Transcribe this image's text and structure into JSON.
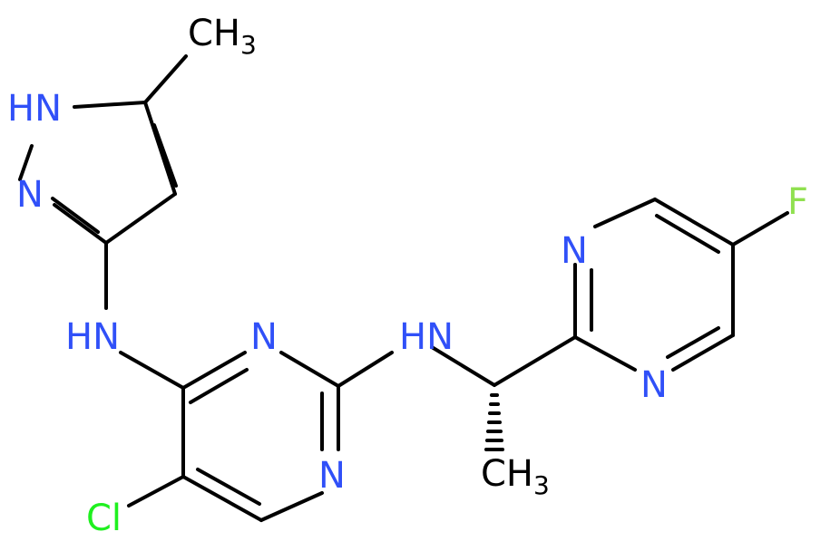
{
  "molecule": {
    "atoms": [
      {
        "id": "ch3-top",
        "main": "CH",
        "sub": "3",
        "element": "C"
      },
      {
        "id": "pyrazole-nh",
        "main": "HN",
        "element": "N"
      },
      {
        "id": "pyrazole-n",
        "main": "N",
        "element": "N"
      },
      {
        "id": "amine-nh-left",
        "main": "HN",
        "element": "N"
      },
      {
        "id": "pyrimidine-n-top",
        "main": "N",
        "element": "N"
      },
      {
        "id": "pyrimidine-n-bottom",
        "main": "N",
        "element": "N"
      },
      {
        "id": "amine-nh-right",
        "main": "HN",
        "element": "N"
      },
      {
        "id": "chlorine",
        "main": "Cl",
        "element": "Cl"
      },
      {
        "id": "ch3-bottom",
        "main": "CH",
        "sub": "3",
        "element": "C"
      },
      {
        "id": "fluoro-pyrimidine-n-top",
        "main": "N",
        "element": "N"
      },
      {
        "id": "fluoro-pyrimidine-n-bottom",
        "main": "N",
        "element": "N"
      },
      {
        "id": "fluorine",
        "main": "F",
        "element": "F"
      }
    ],
    "colors": {
      "bond": "#000000",
      "C": "#000000",
      "N": "#3050F8",
      "Cl": "#1FF01F",
      "F": "#90E050"
    }
  }
}
